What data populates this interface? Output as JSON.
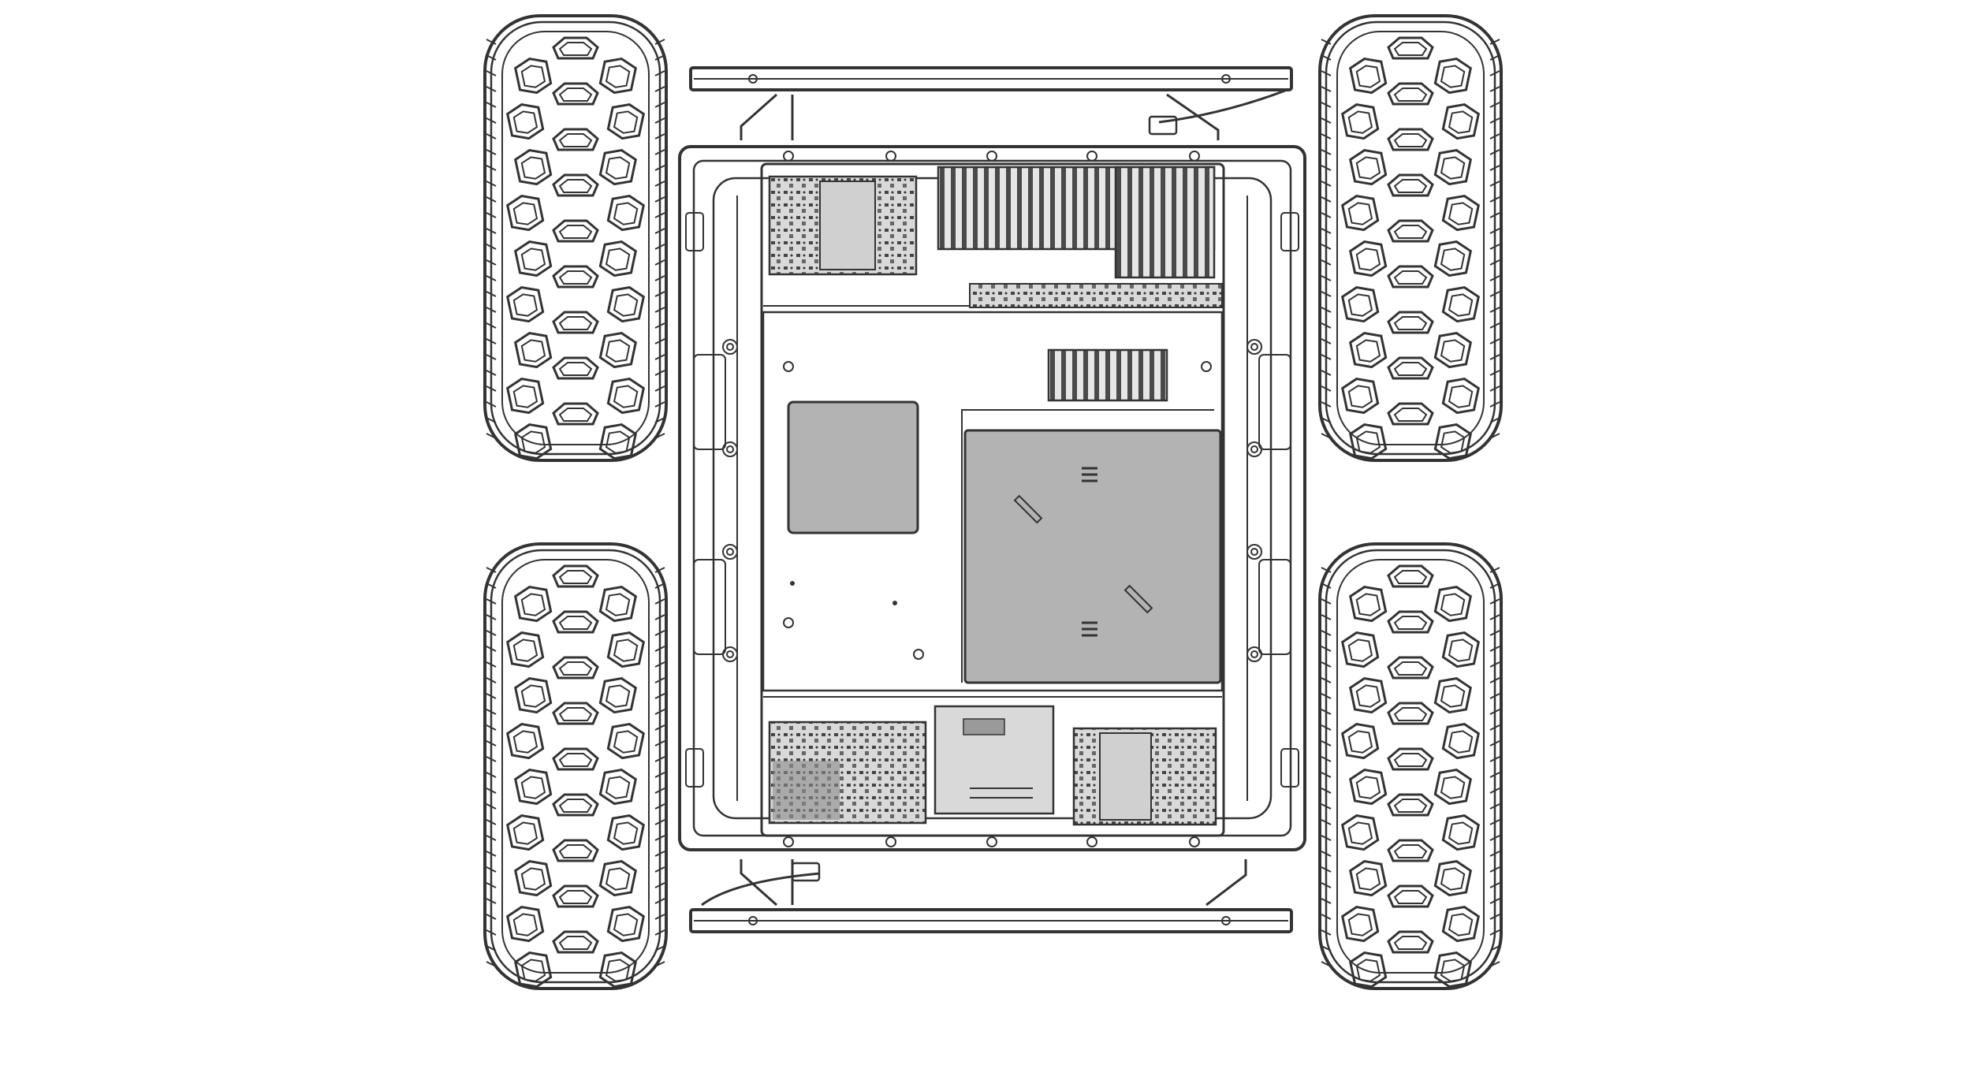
{
  "diagram": {
    "view": "top view",
    "colors": {
      "stroke": "#333333",
      "fill_component": "#b3b3b3",
      "fill_heatsink": "#6f6f6f",
      "fill_pcb_dark": "#8a8a8a",
      "background": "#ffffff"
    },
    "parts": [
      "wheel-front-left",
      "wheel-front-right",
      "wheel-rear-left",
      "wheel-rear-right",
      "bumper-front",
      "bumper-rear",
      "chassis-frame",
      "top-plate",
      "compute-module-heatsink",
      "motor-driver-board",
      "battery-pack",
      "power-distribution-board",
      "io-interface-board"
    ]
  }
}
